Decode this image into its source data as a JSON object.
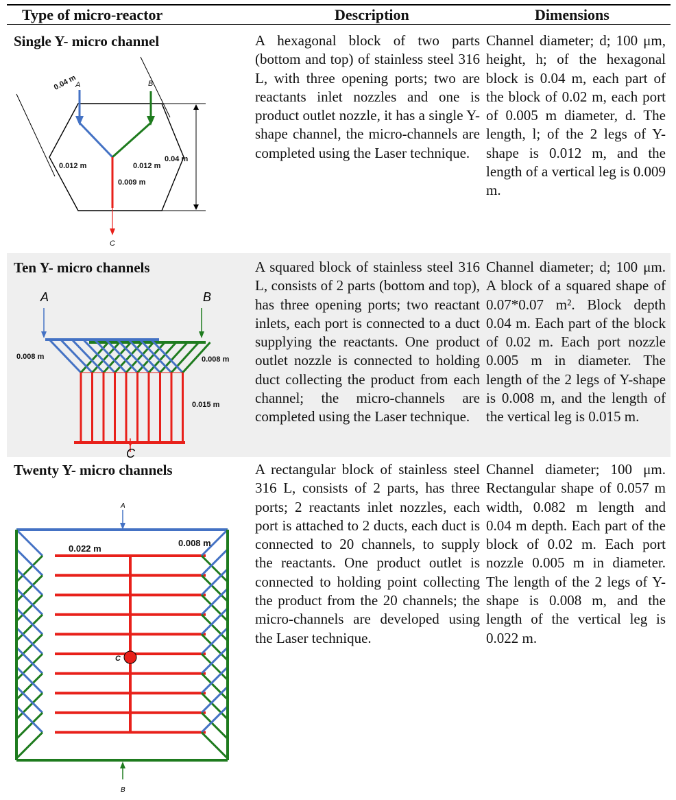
{
  "headers": {
    "type": "Type of micro-reactor",
    "description": "Description",
    "dimensions": "Dimensions"
  },
  "rows": [
    {
      "title": "Single Y- micro channel",
      "description": "A hexagonal block of two parts (bottom and top) of stainless steel 316 L, with three opening ports; two are reactants inlet nozzles and one is product outlet nozzle, it has a single Y-shape channel, the micro-channels are completed using the Laser technique.",
      "dimensions": "Channel diameter; d; 100 μm, height, h; of the hexagonal block is 0.04 m, each part of the block of 0.02 m, each port of 0.005 m diameter, d. The length, l; of the 2 legs of Y-shape is 0.012 m, and the length of a vertical leg is 0.009 m.",
      "diagram": {
        "port_a": "A",
        "port_b": "B",
        "port_c": "C",
        "dim_top": "0.04 m",
        "leg_left": "0.012 m",
        "leg_right": "0.012 m",
        "height": "0.04 m",
        "vertical": "0.009 m"
      }
    },
    {
      "title": "Ten Y- micro channels",
      "description": "A squared block of stainless steel 316 L, consists of 2 parts (bottom and top), has three opening ports; two reactant inlets, each port is connected to a duct supplying the reactants. One product outlet nozzle is connected to holding duct collecting the product from each channel; the micro-channels are completed using the Laser technique.",
      "dimensions": "Channel diameter; d; 100 μm. A block of a squared shape of 0.07*0.07 m². Block depth 0.04 m. Each part of the block of 0.02 m. Each port nozzle 0.005 m in diameter. The length of the 2 legs of Y-shape is 0.008 m, and the length of the vertical leg is 0.015 m.",
      "diagram": {
        "port_a": "A",
        "port_b": "B",
        "port_c": "C",
        "leg_left": "0.008 m",
        "leg_right": "0.008 m",
        "vertical": "0.015 m"
      }
    },
    {
      "title": "Twenty Y- micro channels",
      "description": "A rectangular block of stainless steel 316 L, consists of 2 parts, has three ports; 2 reactants inlet nozzles, each port is attached to 2 ducts, each duct is connected to 20 channels, to supply the reactants. One product outlet is connected to holding point collecting the product from the 20 channels; the micro-channels are developed using the Laser technique.",
      "dimensions": "Channel diameter; 100 μm. Rectangular shape of 0.057 m width, 0.082 m length and 0.04 m depth. Each part of the block of 0.02 m. Each port nozzle 0.005 m in diameter. The length of the 2 legs of Y-shape is 0.008 m, and the length of the vertical leg is 0.022 m.",
      "diagram": {
        "port_a": "A",
        "port_b": "B",
        "port_c": "C",
        "leg": "0.008 m",
        "horizontal": "0.022 m"
      }
    }
  ],
  "colors": {
    "blue": "#4472c4",
    "green": "#1e7b1e",
    "red": "#e8201a",
    "shade": "#efefef"
  }
}
